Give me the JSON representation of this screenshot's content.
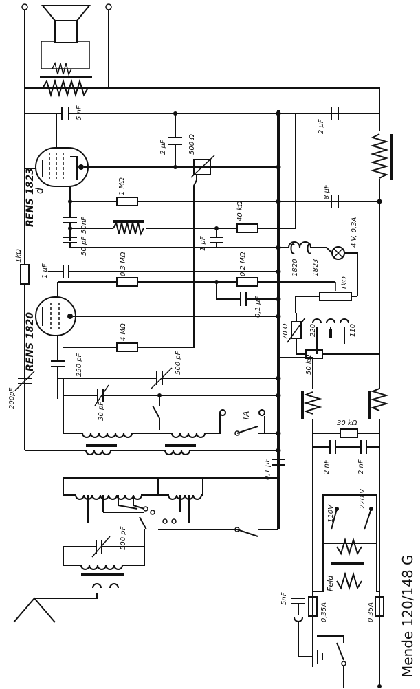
{
  "caption": "Mende 120/148 G",
  "tubes": {
    "output": "RENS 1823",
    "output_suffix": "d",
    "detector": "RENS 1820"
  },
  "components": {
    "c_5nF": "5 nF",
    "c_2uF_a": "2 μF",
    "c_2uF_b": "2 μF",
    "r_500": "500 Ω",
    "r_1M": "1 MΩ",
    "c_8uF": "8 μF",
    "c_50nF": "50nF",
    "c_50pF": "50 pF",
    "c_1uF_a": "1 μF",
    "r_40k": "40 kΩ",
    "r_1k_a": "1kΩ",
    "c_1uF_b": "1 μF",
    "r_03M": "0,3 MΩ",
    "r_02M": "0,2 MΩ",
    "c_01uF": "0,1 μF",
    "r_70": "70 Ω",
    "r_50k": "50 kΩ",
    "r_4M": "4 MΩ",
    "c_250pF": "250 pF",
    "c_500pF_a": "500 pF",
    "c_200pF": "200pF",
    "c_30pF": "30 pF",
    "r_30k": "30 kΩ",
    "c_2nF_a": "2 nF",
    "c_2nF_b": "2 nF",
    "c_01uF_b": "0,1 μF",
    "c_500pF_b": "500 pF",
    "c_5nF_b": "5nF",
    "lamp": "4 V, 0,3A",
    "r_1k_b": "1kΩ",
    "fil_1820": "1820",
    "fil_1823": "1823",
    "tap_220": "220",
    "tap_110": "110",
    "pickup": "TA",
    "v110": "110V",
    "v220": "220 V",
    "field": "Feld",
    "fuse_a": "0,35A",
    "fuse_b": "0,35A"
  }
}
